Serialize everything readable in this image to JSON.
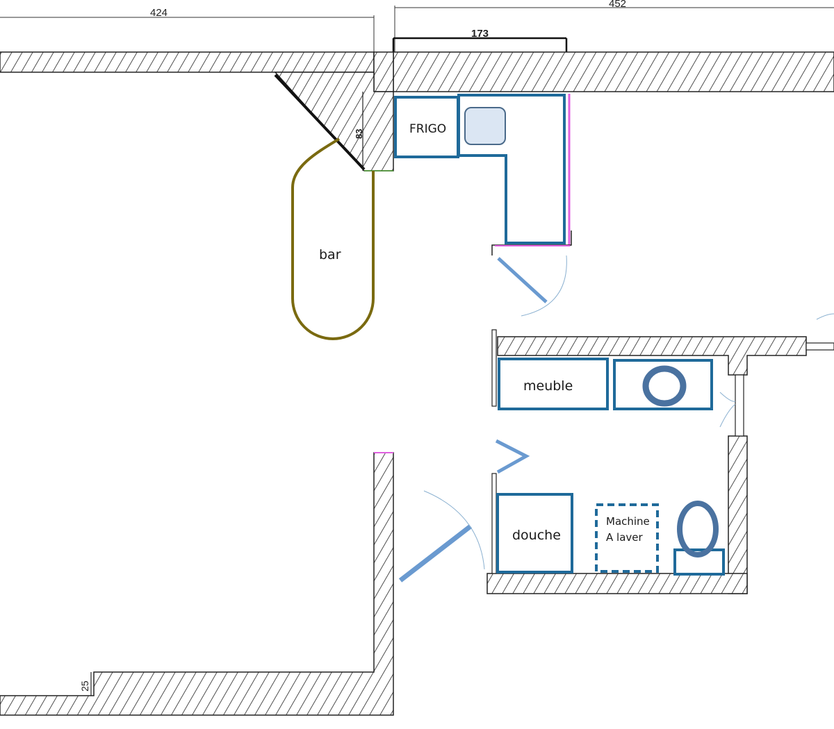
{
  "dimensions": {
    "left_width": "424",
    "right_width": "452",
    "kitchen_width": "173",
    "pillar_depth": "83",
    "bottom_step": "25"
  },
  "rooms": {
    "fridge": "FRIGO",
    "bar": "bar",
    "cabinet": "meuble",
    "shower": "douche",
    "washing_machine_line1": "Machine",
    "washing_machine_line2": "A laver"
  },
  "colors": {
    "furniture": "#1f6a9a",
    "fixture": "#4a72a0",
    "door": "#6a9ad0",
    "bar_outline": "#7a6a10",
    "highlight": "#e060e0"
  }
}
